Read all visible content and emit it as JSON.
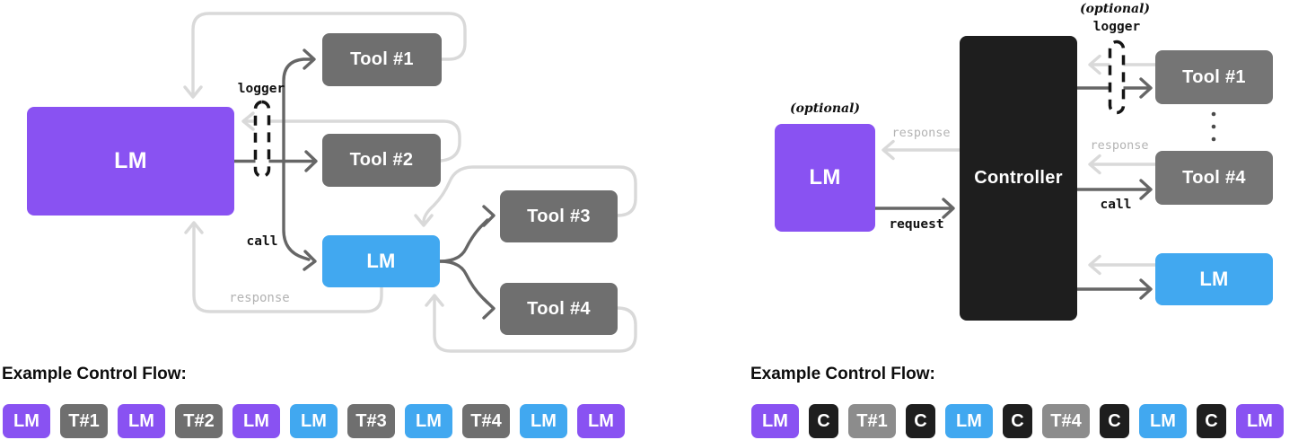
{
  "colors": {
    "purple": "#8952F2",
    "blue": "#41A8F0",
    "gray_dark": "#6F6F6F",
    "gray_mid": "#757575",
    "gray_badge_light": "#8C8C8C",
    "near_black": "#1E1E1E",
    "arrow_dark": "#666666",
    "arrow_light": "#D9D9D9",
    "muted_label": "#B3B3B3"
  },
  "left_diagram": {
    "boxes": {
      "lm_main": "LM",
      "tool1": "Tool #1",
      "tool2": "Tool #2",
      "lm_sub": "LM",
      "tool3": "Tool #3",
      "tool4": "Tool #4"
    },
    "annotations": {
      "logger": "logger",
      "call": "call",
      "response": "response"
    },
    "flow_title": "Example Control Flow:",
    "flow": [
      {
        "label": "LM",
        "color": "#8952F2"
      },
      {
        "label": "T#1",
        "color": "#6F6F6F"
      },
      {
        "label": "LM",
        "color": "#8952F2"
      },
      {
        "label": "T#2",
        "color": "#6F6F6F"
      },
      {
        "label": "LM",
        "color": "#8952F2"
      },
      {
        "label": "LM",
        "color": "#41A8F0"
      },
      {
        "label": "T#3",
        "color": "#6F6F6F"
      },
      {
        "label": "LM",
        "color": "#41A8F0"
      },
      {
        "label": "T#4",
        "color": "#6F6F6F"
      },
      {
        "label": "LM",
        "color": "#41A8F0"
      },
      {
        "label": "LM",
        "color": "#8952F2"
      }
    ]
  },
  "right_diagram": {
    "boxes": {
      "lm_optional": "LM",
      "controller": "Controller",
      "tool1": "Tool #1",
      "tool4": "Tool #4",
      "lm_sub": "LM"
    },
    "annotations": {
      "optional_logger": "(optional)",
      "logger": "logger",
      "optional_lm": "(optional)",
      "response_lm": "response",
      "request": "request",
      "response_tool": "response",
      "call": "call"
    },
    "flow_title": "Example Control Flow:",
    "flow": [
      {
        "label": "LM",
        "color": "#8952F2"
      },
      {
        "label": "C",
        "color": "#1E1E1E",
        "narrow": true
      },
      {
        "label": "T#1",
        "color": "#8C8C8C"
      },
      {
        "label": "C",
        "color": "#1E1E1E",
        "narrow": true
      },
      {
        "label": "LM",
        "color": "#41A8F0"
      },
      {
        "label": "C",
        "color": "#1E1E1E",
        "narrow": true
      },
      {
        "label": "T#4",
        "color": "#8C8C8C"
      },
      {
        "label": "C",
        "color": "#1E1E1E",
        "narrow": true
      },
      {
        "label": "LM",
        "color": "#41A8F0"
      },
      {
        "label": "C",
        "color": "#1E1E1E",
        "narrow": true
      },
      {
        "label": "LM",
        "color": "#8952F2"
      }
    ]
  }
}
